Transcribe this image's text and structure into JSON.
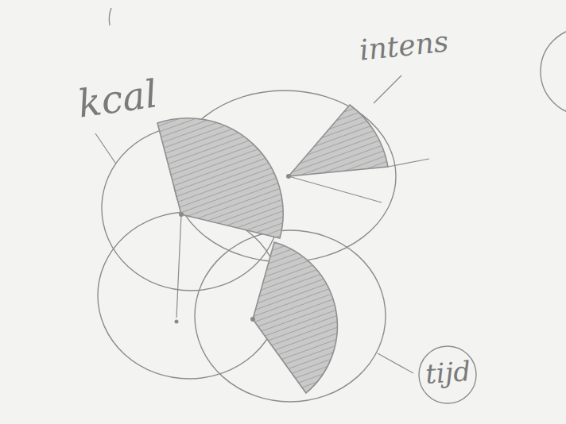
{
  "diagram": {
    "labels": [
      "kcal",
      "intens",
      "tijd"
    ]
  }
}
